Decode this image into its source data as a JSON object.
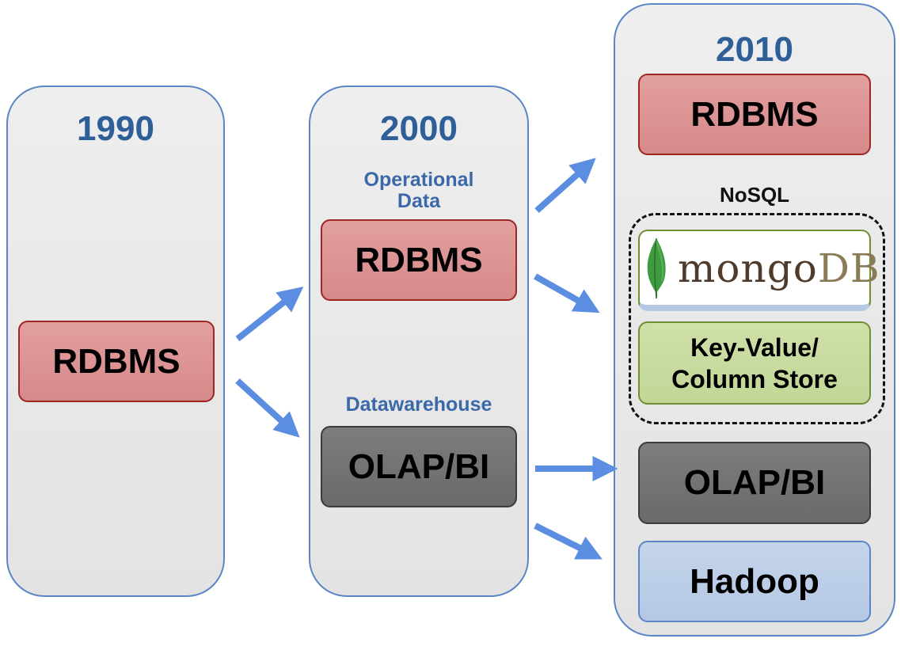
{
  "columns": {
    "c1990": {
      "year": "1990",
      "rdbms": "RDBMS"
    },
    "c2000": {
      "year": "2000",
      "operational_label": "Operational\nData",
      "rdbms": "RDBMS",
      "datawarehouse_label": "Datawarehouse",
      "olap": "OLAP/BI"
    },
    "c2010": {
      "year": "2010",
      "rdbms": "RDBMS",
      "nosql_label": "NoSQL",
      "mongo_logo": "mongoDB",
      "keyvalue": "Key-Value/\nColumn Store",
      "olap": "OLAP/BI",
      "hadoop": "Hadoop"
    }
  },
  "colors": {
    "arrow": "#5b8de0",
    "year_text": "#2f5f98",
    "rdbms_fill": "#e39f9f",
    "olap_fill": "#7d7d7d",
    "kv_fill": "#cfe0a8",
    "hadoop_fill": "#c4d4eb",
    "mongo_leaf": "#3f9b3f"
  },
  "icons": {
    "mongo_leaf": "mongodb-leaf-icon",
    "arrow": "arrow-icon"
  }
}
